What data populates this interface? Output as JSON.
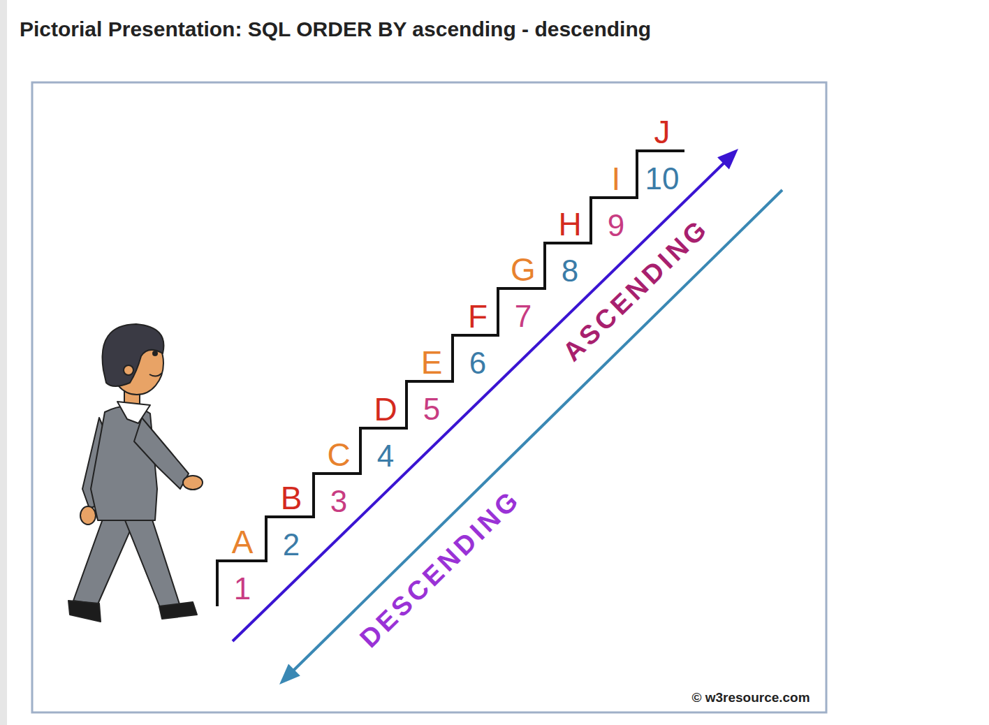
{
  "diagram": {
    "title": "Pictorial Presentation: SQL ORDER BY ascending - descending",
    "labels": [
      "A",
      "1",
      "B",
      "2",
      "C",
      "3",
      "D",
      "4",
      "E",
      "5",
      "F",
      "6",
      "G",
      "7",
      "H",
      "8",
      "I",
      "9",
      "J",
      "10",
      "ASCENDING",
      "DESCENDING",
      "© w3resource.com"
    ]
  }
}
